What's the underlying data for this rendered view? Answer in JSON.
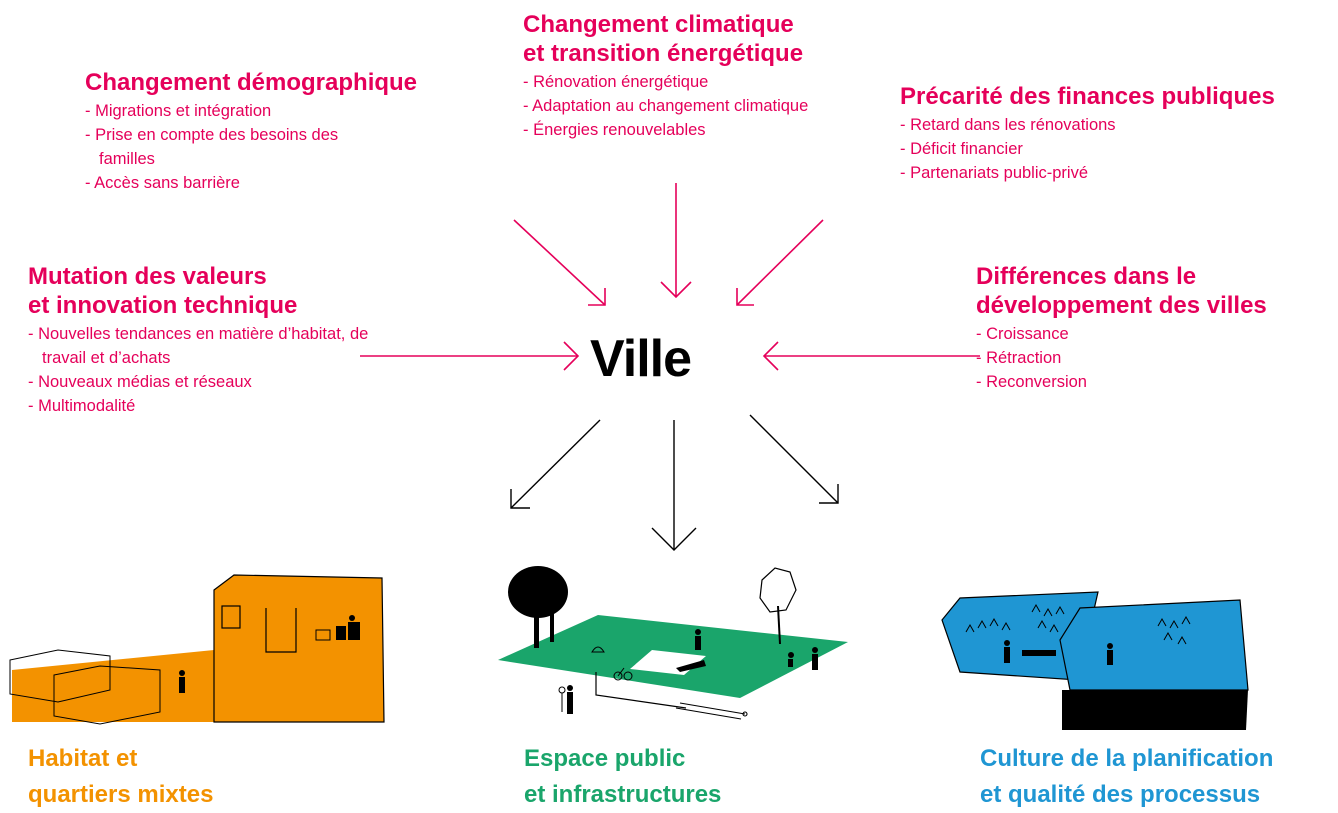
{
  "center": {
    "label": "Ville"
  },
  "influences": [
    {
      "id": "demographic",
      "title_lines": [
        "Changement démographique"
      ],
      "items": [
        "Migrations et intégration",
        "Prise en compte des besoins des familles",
        "Accès sans barrière"
      ]
    },
    {
      "id": "climate",
      "title_lines": [
        "Changement climatique",
        "et transition énergétique"
      ],
      "items": [
        "Rénovation énergétique",
        "Adaptation au changement climatique",
        "Énergies renouvelables"
      ]
    },
    {
      "id": "finance",
      "title_lines": [
        "Précarité des finances publiques"
      ],
      "items": [
        "Retard dans les rénovations",
        "Déficit financier",
        "Partenariats public-privé"
      ]
    },
    {
      "id": "values",
      "title_lines": [
        "Mutation des valeurs",
        "et innovation technique"
      ],
      "items": [
        "Nouvelles tendances en matière d’habitat, de travail et d’achats",
        "Nouveaux médias et réseaux",
        "Multimodalité"
      ]
    },
    {
      "id": "development",
      "title_lines": [
        "Différences dans le",
        "développement des villes"
      ],
      "items": [
        "Croissance",
        "Rétraction",
        "Reconversion"
      ]
    }
  ],
  "outcomes": [
    {
      "id": "habitat",
      "title_lines": [
        "Habitat et",
        "quartiers mixtes"
      ],
      "color": "#f39200"
    },
    {
      "id": "public-space",
      "title_lines": [
        "Espace public",
        "et infrastructures"
      ],
      "color": "#1aa56b"
    },
    {
      "id": "planning",
      "title_lines": [
        "Culture de la planification",
        "et qualité des processus"
      ],
      "color": "#1f96d3"
    }
  ],
  "colors": {
    "influence": "#e5005a",
    "center": "#000000",
    "arrow_out": "#000000"
  }
}
